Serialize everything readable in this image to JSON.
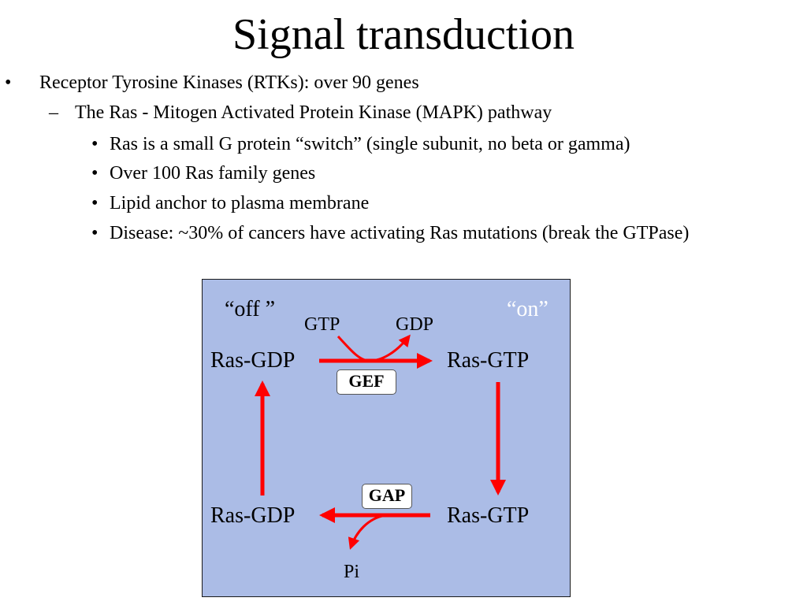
{
  "slide": {
    "title": "Signal transduction"
  },
  "bullets": [
    {
      "level": 1,
      "marker": "•",
      "text": "Receptor Tyrosine Kinases (RTKs): over 90 genes"
    },
    {
      "level": 2,
      "marker": "–",
      "text": "The Ras - Mitogen Activated Protein Kinase (MAPK) pathway"
    },
    {
      "level": 3,
      "marker": "•",
      "text": "Ras is a small G protein “switch” (single subunit, no beta or gamma)"
    },
    {
      "level": 3,
      "marker": "•",
      "text": "Over 100 Ras family genes"
    },
    {
      "level": 3,
      "marker": "•",
      "text": "Lipid anchor to plasma membrane"
    },
    {
      "level": 3,
      "marker": "•",
      "text": "Disease: ~30% of cancers have activating Ras mutations (break the GTPase)"
    }
  ],
  "diagram": {
    "off_label": "“off ”",
    "on_label": "“on”",
    "gtp_label": "GTP",
    "gdp_label": "GDP",
    "top_left_state": "Ras-GDP",
    "top_right_state": "Ras-GTP",
    "bottom_left_state": "Ras-GDP",
    "bottom_right_state": "Ras-GTP",
    "gef_label": "GEF",
    "gap_label": "GAP",
    "pi_label": "Pi",
    "arrow_color": "#ff0000",
    "background_color": "#abbce6",
    "on_label_color": "#ffffff"
  }
}
